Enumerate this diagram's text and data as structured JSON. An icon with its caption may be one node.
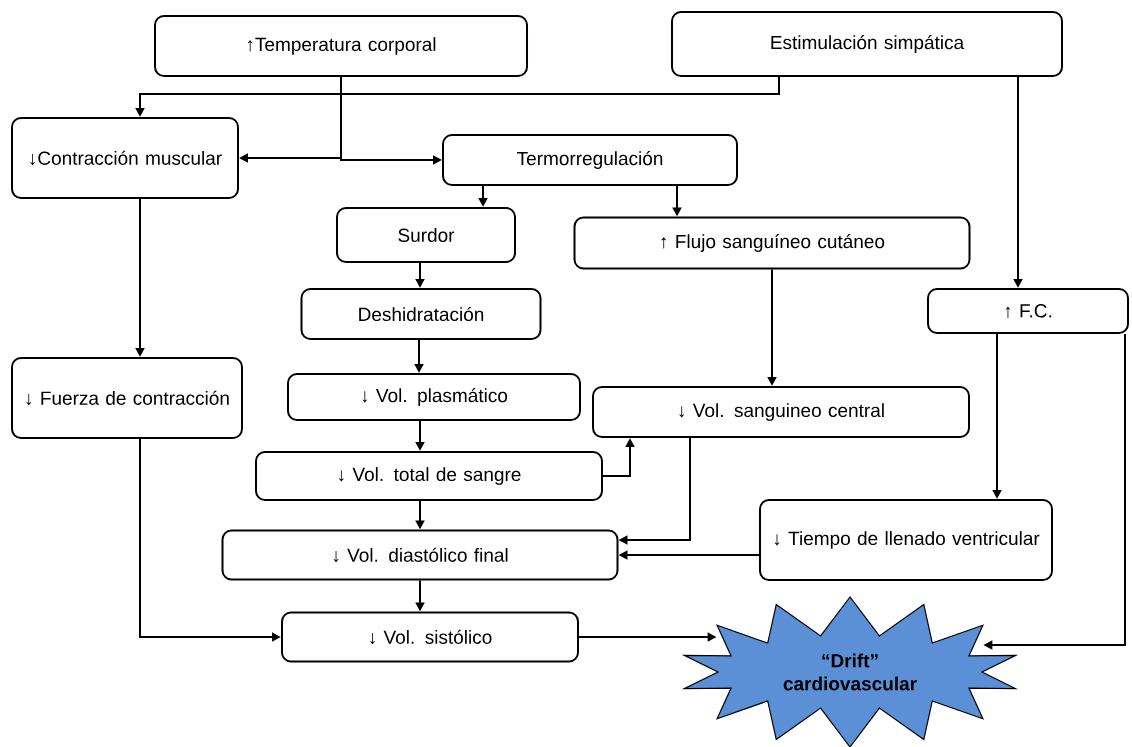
{
  "diagram": {
    "nodes": [
      {
        "text": [
          "↑Temperatura corporal"
        ]
      },
      {
        "text": [
          "Estimulación simpática"
        ]
      },
      {
        "text": [
          "↓Contracción muscular"
        ]
      },
      {
        "text": [
          "Termorregulación"
        ]
      },
      {
        "text": [
          "Surdor"
        ]
      },
      {
        "text": [
          "↑ Flujo sanguíneo cutáneo"
        ]
      },
      {
        "text": [
          "↑ F.C."
        ]
      },
      {
        "text": [
          "Deshidratación"
        ]
      },
      {
        "text": [
          "↓ Fuerza de contracción"
        ]
      },
      {
        "text": [
          "↓ Vol. plasmático"
        ]
      },
      {
        "text": [
          "↓ Vol. sanguineo central"
        ]
      },
      {
        "text": [
          "↓ Vol. total de sangre"
        ]
      },
      {
        "text": [
          "↓ Vol. diastólico final"
        ]
      },
      {
        "text": [
          "↓ Tiempo de llenado ventricular"
        ]
      },
      {
        "text": [
          "↓ Vol. sistólico"
        ]
      },
      {
        "text": [
          "“Drift” cardiovascular"
        ]
      }
    ],
    "edges": [
      {
        "from": 0,
        "to": 2,
        "arrow": "to"
      },
      {
        "from": 0,
        "to": 3,
        "arrow": "to"
      },
      {
        "from": 1,
        "to": 2,
        "arrow": "to"
      },
      {
        "from": 1,
        "to": 6,
        "arrow": "to"
      },
      {
        "from": 3,
        "to": 4,
        "arrow": "to"
      },
      {
        "from": 3,
        "to": 5,
        "arrow": "to"
      },
      {
        "from": 2,
        "to": 8,
        "arrow": "to"
      },
      {
        "from": 4,
        "to": 7,
        "arrow": "to"
      },
      {
        "from": 7,
        "to": 9,
        "arrow": "to"
      },
      {
        "from": 9,
        "to": 11,
        "arrow": "to"
      },
      {
        "from": 11,
        "to": 10,
        "arrow": "to"
      },
      {
        "from": 5,
        "to": 10,
        "arrow": "to"
      },
      {
        "from": 10,
        "to": 12,
        "arrow": "to"
      },
      {
        "from": 11,
        "to": 12,
        "arrow": "to"
      },
      {
        "from": 6,
        "to": 13,
        "arrow": "to"
      },
      {
        "from": 13,
        "to": 12,
        "arrow": "to"
      },
      {
        "from": 12,
        "to": 14,
        "arrow": "to"
      },
      {
        "from": 8,
        "to": 14,
        "arrow": "to"
      },
      {
        "from": 14,
        "to": 15,
        "arrow": "to"
      },
      {
        "from": 6,
        "to": 15,
        "arrow": "to"
      }
    ]
  }
}
